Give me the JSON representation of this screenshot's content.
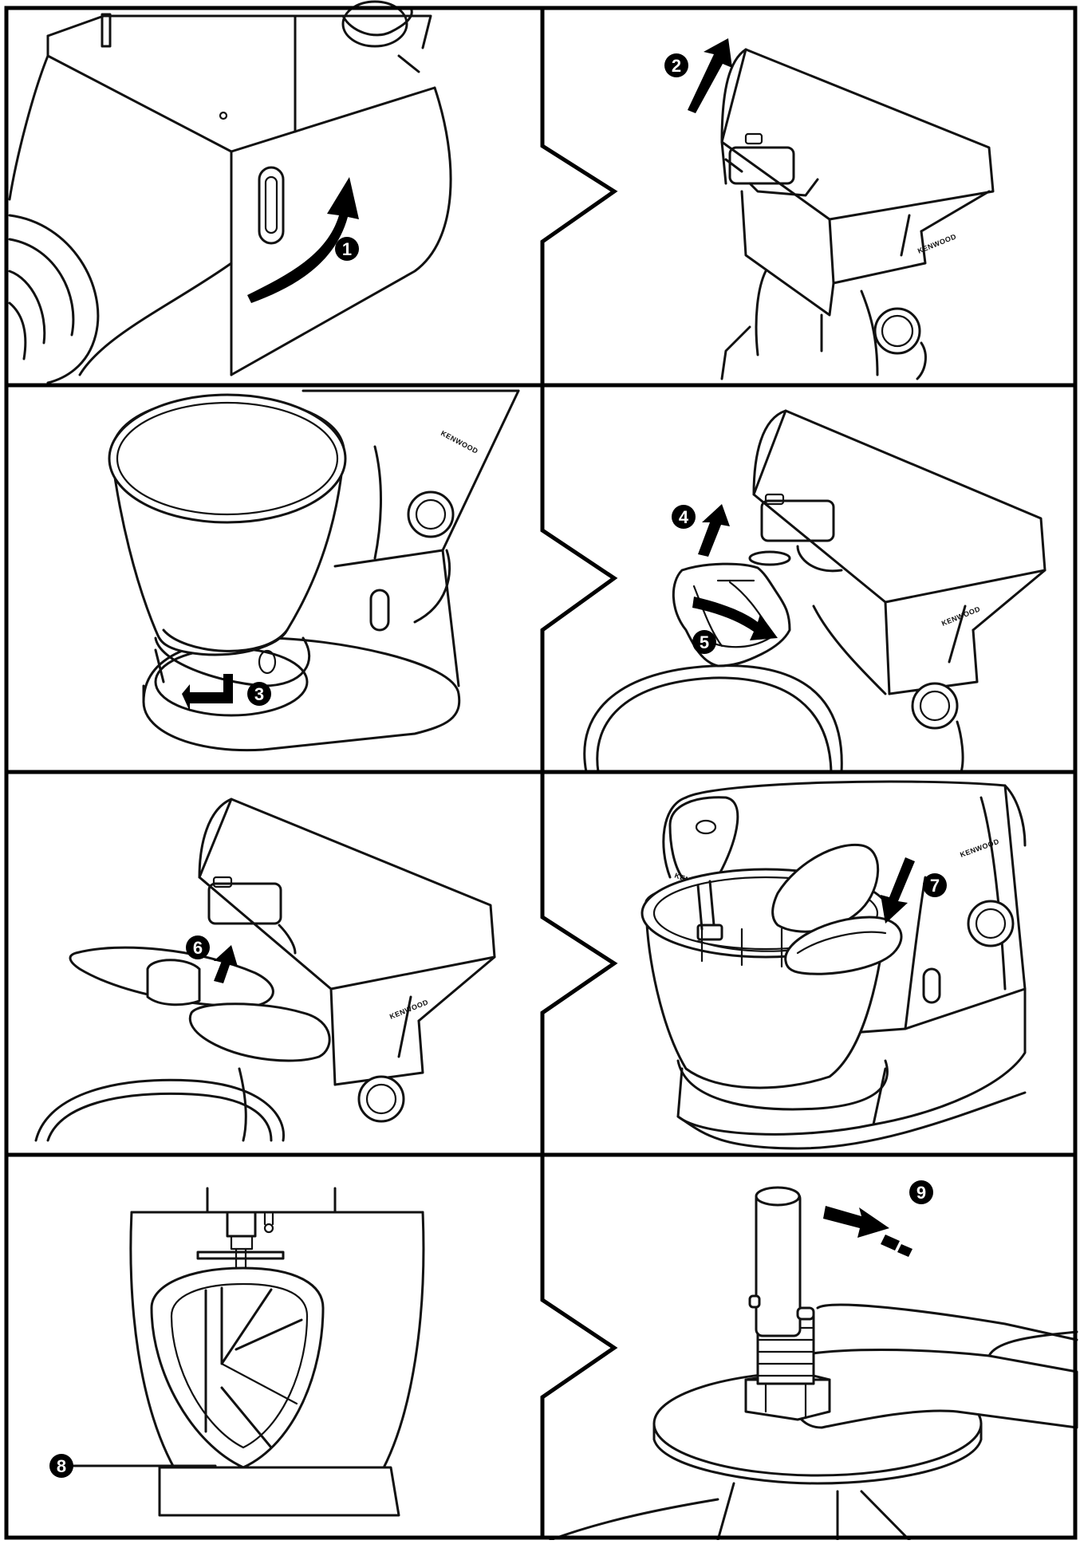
{
  "steps": [
    {
      "number": "1"
    },
    {
      "number": "2"
    },
    {
      "number": "3"
    },
    {
      "number": "4"
    },
    {
      "number": "5"
    },
    {
      "number": "6"
    },
    {
      "number": "7"
    },
    {
      "number": "8"
    },
    {
      "number": "9"
    }
  ],
  "brand": {
    "logo_text": "KENWOOD"
  },
  "colors": {
    "line": "#111111",
    "background": "#ffffff",
    "badge": "#000000"
  }
}
